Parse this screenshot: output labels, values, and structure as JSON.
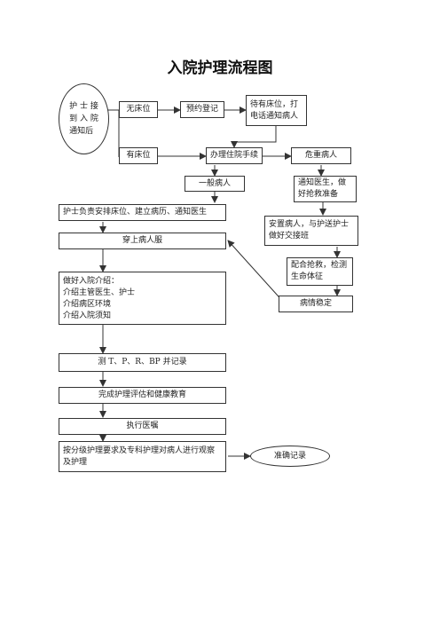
{
  "title": "入院护理流程图",
  "nodes": {
    "nurse_notify": "护 士 接\n到 入 院\n通知后",
    "no_bed": "无床位",
    "reserve": "预约登记",
    "wait_bed": "待有床位，打电话通知病人",
    "has_bed": "有床位",
    "admission": "办理住院手续",
    "critical": "危重病人",
    "general": "一般病人",
    "notify_doctor": "通知医生，做好抢救准备",
    "nurse_arrange": "护士负责安排床位、建立病历、通知医生",
    "settle": "安置病人，与护送护士做好交接班",
    "gown": "穿上病人服",
    "rescue": "配合抢救，检测生命体征",
    "intro": "做好入院介绍：\n介绍主管医生、护士\n介绍病区环境\n介绍入院须知",
    "stable": "病情稳定",
    "vitals": "测 T、P、R、BP 并记录",
    "assess": "完成护理评估和健康教育",
    "orders": "执行医嘱",
    "observe": "按分级护理要求及专科护理对病人进行观察及护理",
    "record": "准确记录"
  }
}
